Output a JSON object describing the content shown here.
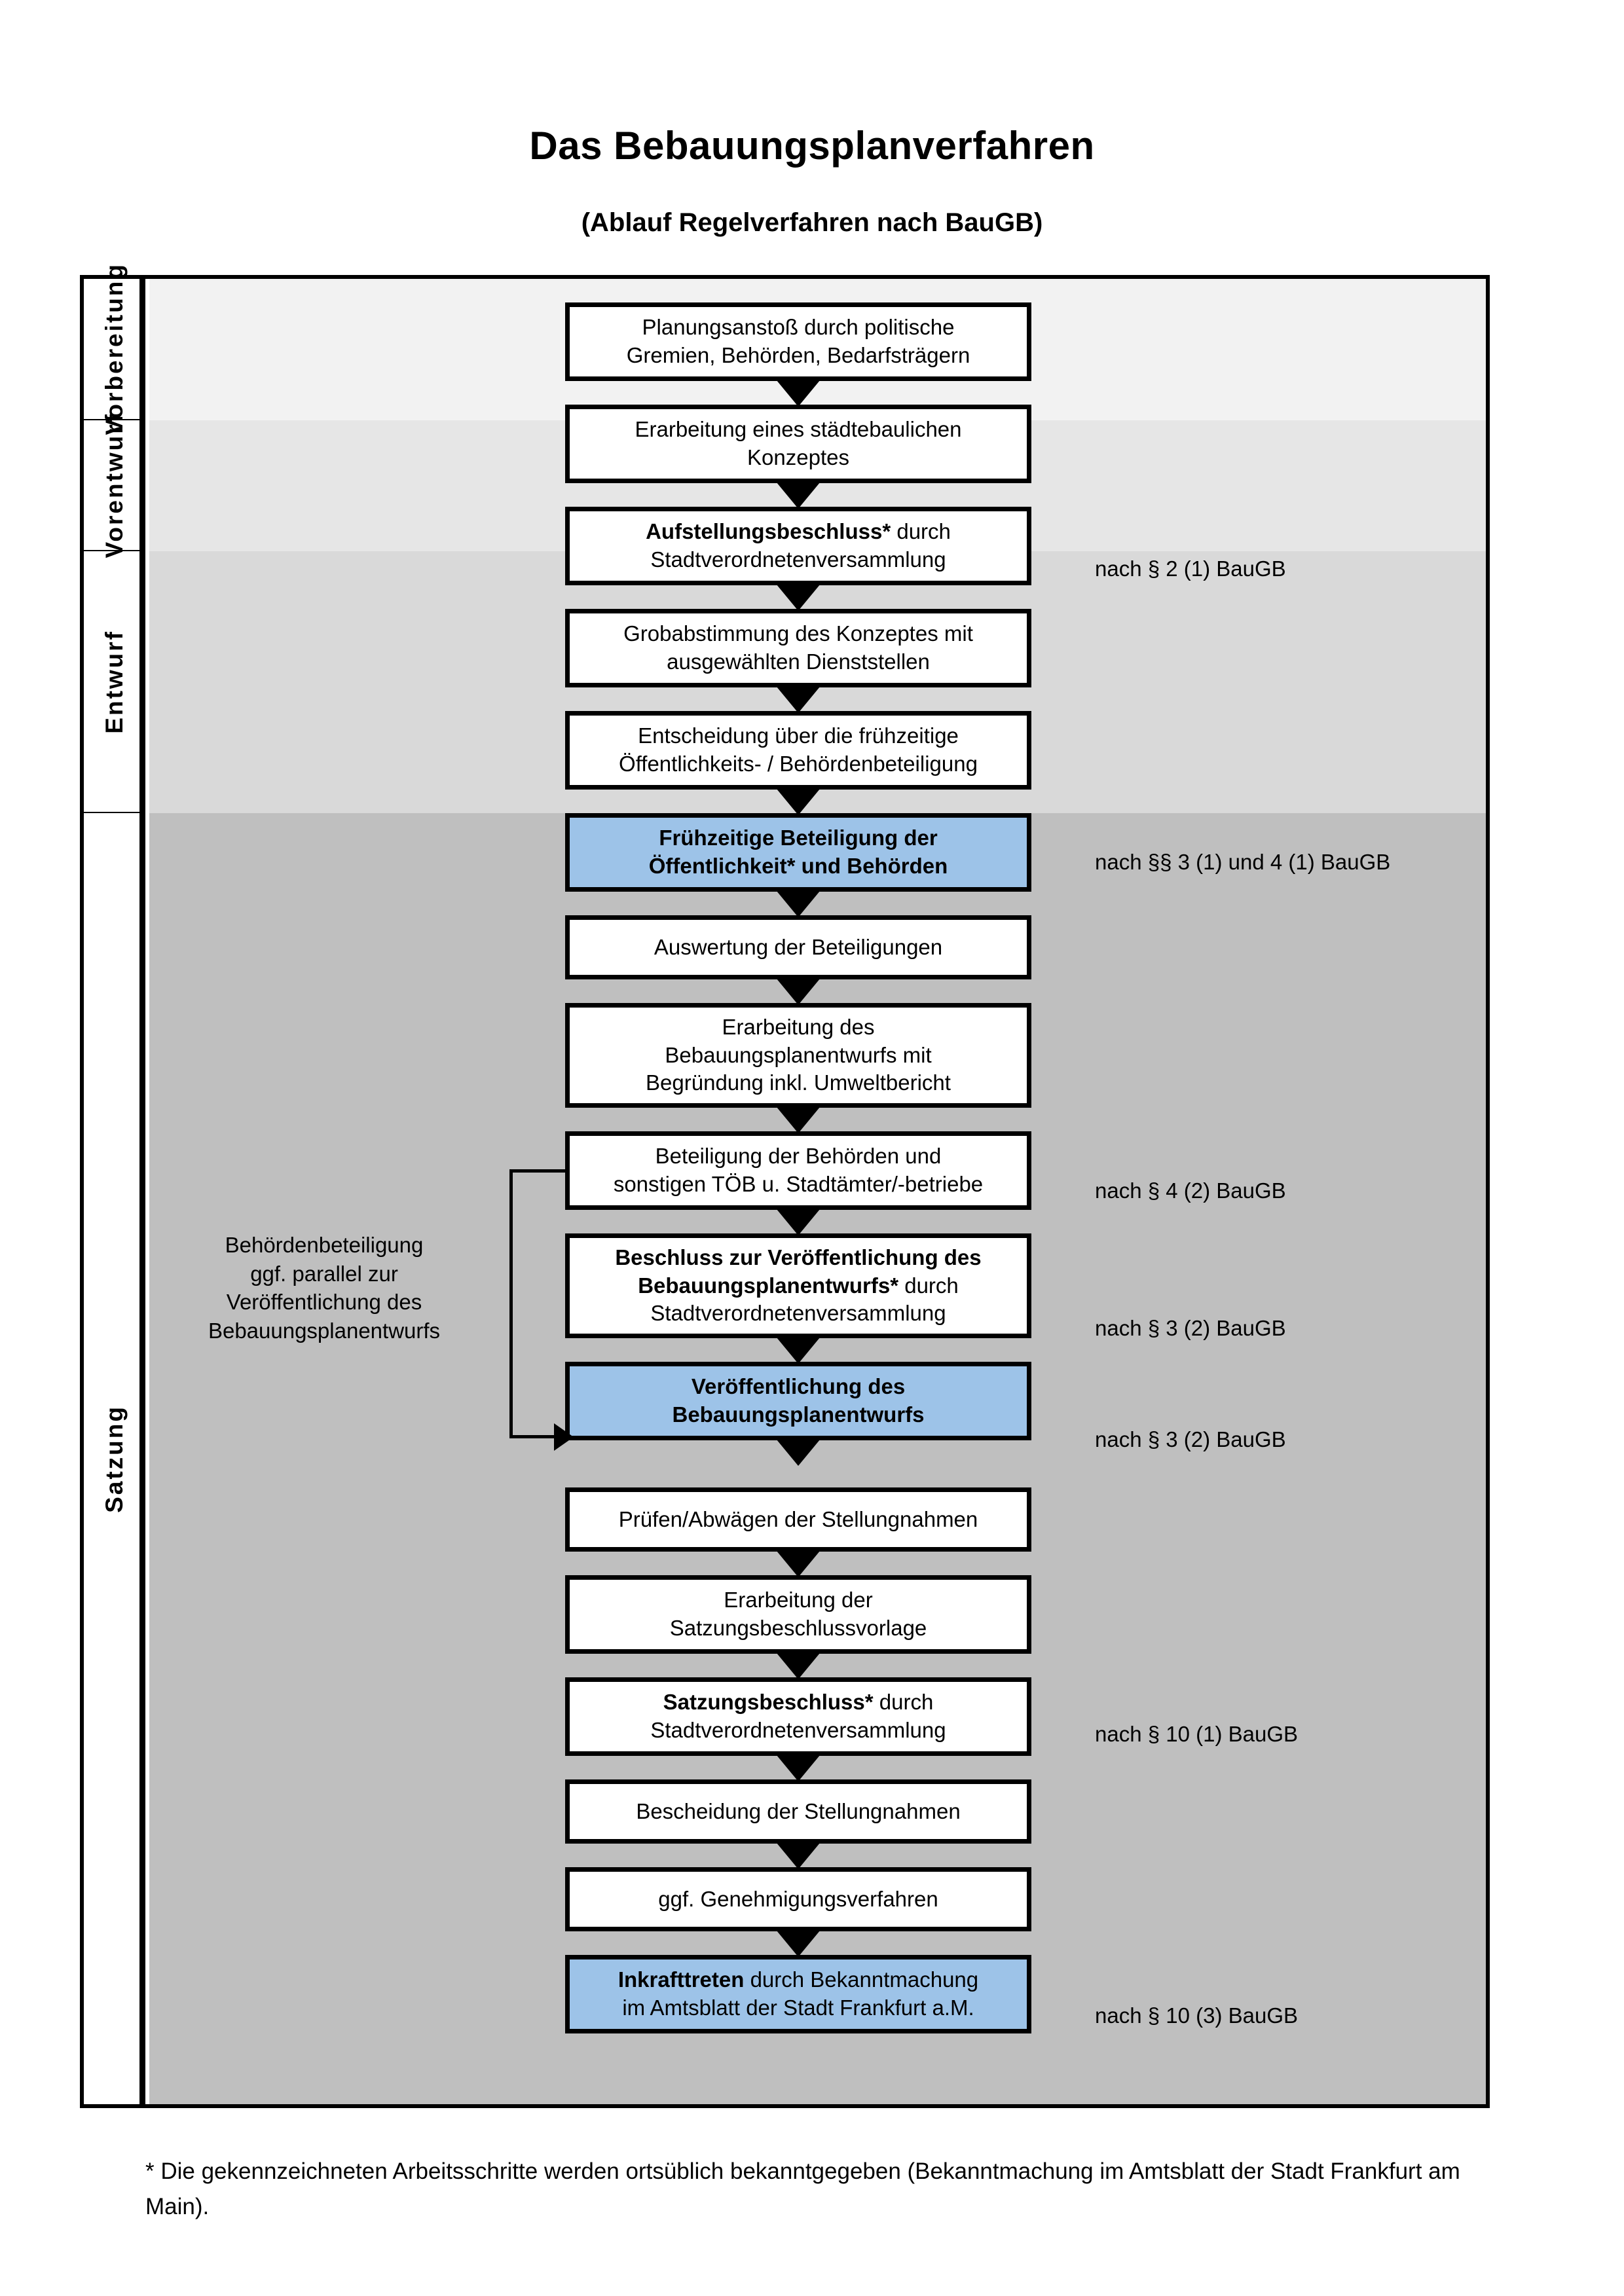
{
  "title": "Das Bebauungsplanverfahren",
  "subtitle": "(Ablauf Regelverfahren nach BauGB)",
  "lanes": [
    {
      "label": "Vorbereitung",
      "color": "#F2F2F2"
    },
    {
      "label": "Vorentwurf",
      "color": "#E6E6E6"
    },
    {
      "label": "Entwurf",
      "color": "#D9D9D9"
    },
    {
      "label": "Satzung",
      "color": "#BFBFBF"
    }
  ],
  "nodes": [
    {
      "id": "planungsanstoss",
      "line1": "Planungsanstoß durch politische",
      "line2": "Gremien, Behörden, Bedarfsträgern",
      "highlight": false
    },
    {
      "id": "konzept",
      "line1": "Erarbeitung eines städtebaulichen",
      "line2": "Konzeptes",
      "highlight": false
    },
    {
      "id": "aufstellungsbeschluss",
      "bold1": "Aufstellungsbeschluss*",
      "rest1": " durch",
      "line2": "Stadtverordnetenversammlung",
      "highlight": false
    },
    {
      "id": "grobabstimmung",
      "line1": "Grobabstimmung des Konzeptes mit",
      "line2": "ausgewählten Dienststellen",
      "highlight": false
    },
    {
      "id": "entscheidung-fruehzeitig",
      "line1": "Entscheidung über die frühzeitige",
      "line2": "Öffentlichkeits- / Behördenbeteiligung",
      "highlight": false
    },
    {
      "id": "fruehzeitige-beteiligung",
      "line1": "Frühzeitige Beteiligung der",
      "line2": "Öffentlichkeit* und Behörden",
      "highlight": true
    },
    {
      "id": "auswertung",
      "line1": "Auswertung der Beteiligungen",
      "highlight": false
    },
    {
      "id": "erarbeitung-entwurf",
      "line1": "Erarbeitung des",
      "line2": "Bebauungsplanentwurfs mit",
      "line3": "Begründung inkl. Umweltbericht",
      "highlight": false
    },
    {
      "id": "beteiligung-behoerden",
      "line1": "Beteiligung der Behörden und",
      "line2": "sonstigen TÖB u. Stadtämter/-betriebe",
      "highlight": false
    },
    {
      "id": "beschluss-veroeffentlichung",
      "bold1": "Beschluss zur Veröffentlichung des",
      "bold2": "Bebauungsplanentwurfs*",
      "rest2": " durch",
      "line3": "Stadtverordnetenversammlung",
      "highlight": false
    },
    {
      "id": "veroeffentlichung",
      "line1": "Veröffentlichung des",
      "line2": "Bebauungsplanentwurfs",
      "highlight": true
    },
    {
      "id": "pruefen-abwaegen",
      "line1": "Prüfen/Abwägen der Stellungnahmen",
      "highlight": false
    },
    {
      "id": "satzungsbeschlussvorlage",
      "line1": "Erarbeitung der",
      "line2": "Satzungsbeschlussvorlage",
      "highlight": false
    },
    {
      "id": "satzungsbeschluss",
      "bold1": "Satzungsbeschluss*",
      "rest1": " durch",
      "line2": "Stadtverordnetenversammlung",
      "highlight": false
    },
    {
      "id": "bescheidung",
      "line1": "Bescheidung der Stellungnahmen",
      "highlight": false
    },
    {
      "id": "genehmigungsverfahren",
      "line1": "ggf. Genehmigungsverfahren",
      "highlight": false
    },
    {
      "id": "inkrafttreten",
      "bold1": "Inkrafttreten",
      "rest1": " durch Bekanntmachung",
      "line2": "im Amtsblatt der Stadt Frankfurt a.M.",
      "highlight": true
    }
  ],
  "para_notes": [
    {
      "id": "note-2-1",
      "text": "nach § 2 (1) BauGB"
    },
    {
      "id": "note-3-1-4-1",
      "text": "nach §§ 3 (1) und 4 (1) BauGB"
    },
    {
      "id": "note-4-2",
      "text": "nach § 4 (2) BauGB"
    },
    {
      "id": "note-3-2-a",
      "text": "nach § 3 (2) BauGB"
    },
    {
      "id": "note-3-2-b",
      "text": "nach § 3 (2) BauGB"
    },
    {
      "id": "note-10-1",
      "text": "nach § 10 (1) BauGB"
    },
    {
      "id": "note-10-3",
      "text": "nach § 10 (3) BauGB"
    }
  ],
  "side_note": {
    "line1": "Behördenbeteiligung",
    "line2": "ggf. parallel zur",
    "line3": "Veröffentlichung des",
    "line4": "Bebauungsplanentwurfs"
  },
  "footnote": "* Die gekennzeichneten Arbeitsschritte werden ortsüblich bekanntgegeben (Bekanntmachung im Amtsblatt  der Stadt Frankfurt am Main).",
  "colors": {
    "highlight_blue": "#9DC3E8",
    "lane_1": "#F2F2F2",
    "lane_2": "#E6E6E6",
    "lane_3": "#D9D9D9",
    "lane_4": "#BFBFBF",
    "stroke": "#000000"
  }
}
